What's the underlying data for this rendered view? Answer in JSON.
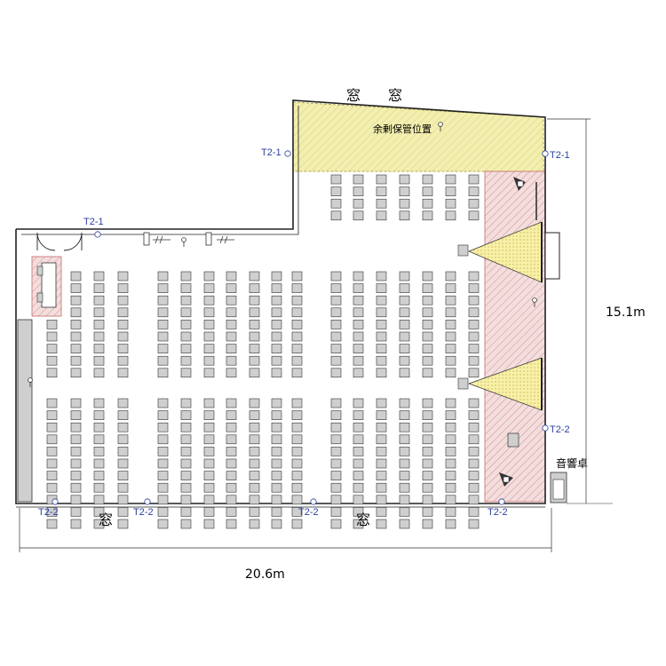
{
  "labels": {
    "window": "窓",
    "storage": "余剰保管位置",
    "sound_desk": "音響卓",
    "dim_width": "20.6m",
    "dim_height": "15.1m",
    "tag_t21": "T2-1",
    "tag_t22": "T2-2"
  },
  "colors": {
    "storage_fill": "#f3efb0",
    "stage_fill": "#f3dede",
    "stage_hatch": "#d88a8a",
    "spot_fill": "#f6ec9a",
    "chair_fill": "#cfcfcf",
    "tag_color": "#2a3fa0"
  },
  "seating": {
    "upper_block_rows": 4,
    "upper_block_cols": 7,
    "mid_rows": 9,
    "low_rows": 11
  }
}
